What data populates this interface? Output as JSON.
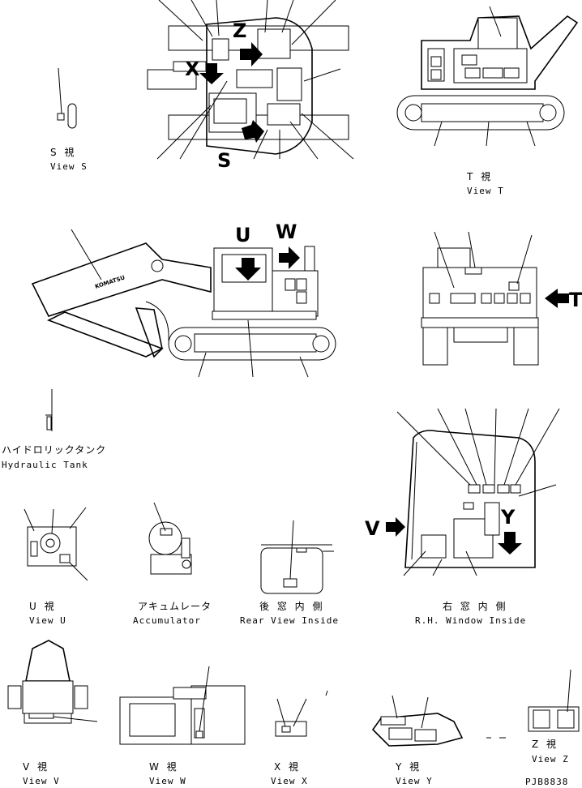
{
  "views": {
    "s": {
      "jp": "S 視",
      "en": "View S"
    },
    "t": {
      "jp": "T 視",
      "en": "View T"
    },
    "u": {
      "jp": "U 視",
      "en": "View U"
    },
    "v": {
      "jp": "V 視",
      "en": "View V"
    },
    "w": {
      "jp": "W 視",
      "en": "View W"
    },
    "x": {
      "jp": "X 視",
      "en": "View X"
    },
    "y": {
      "jp": "Y 視",
      "en": "View Y"
    },
    "z": {
      "jp": "Z 視",
      "en": "View Z"
    }
  },
  "hydraulic_tank": {
    "jp": "ハイドロリックタンク",
    "en": "Hydraulic Tank"
  },
  "accumulator": {
    "jp": "アキュムレータ",
    "en": "Accumulator"
  },
  "rear_view_inside": {
    "jp": "後 窓 内 側",
    "en": "Rear View Inside"
  },
  "rh_window_inside": {
    "jp": "右 窓 内 側",
    "en": "R.H. Window Inside"
  },
  "markers": {
    "u": "U",
    "w": "W",
    "s": "S",
    "t": "T",
    "v": "V",
    "x": "X",
    "y": "Y",
    "z": "Z"
  },
  "boom_logo": "KOMATSU",
  "drawing_number": "PJB8838"
}
